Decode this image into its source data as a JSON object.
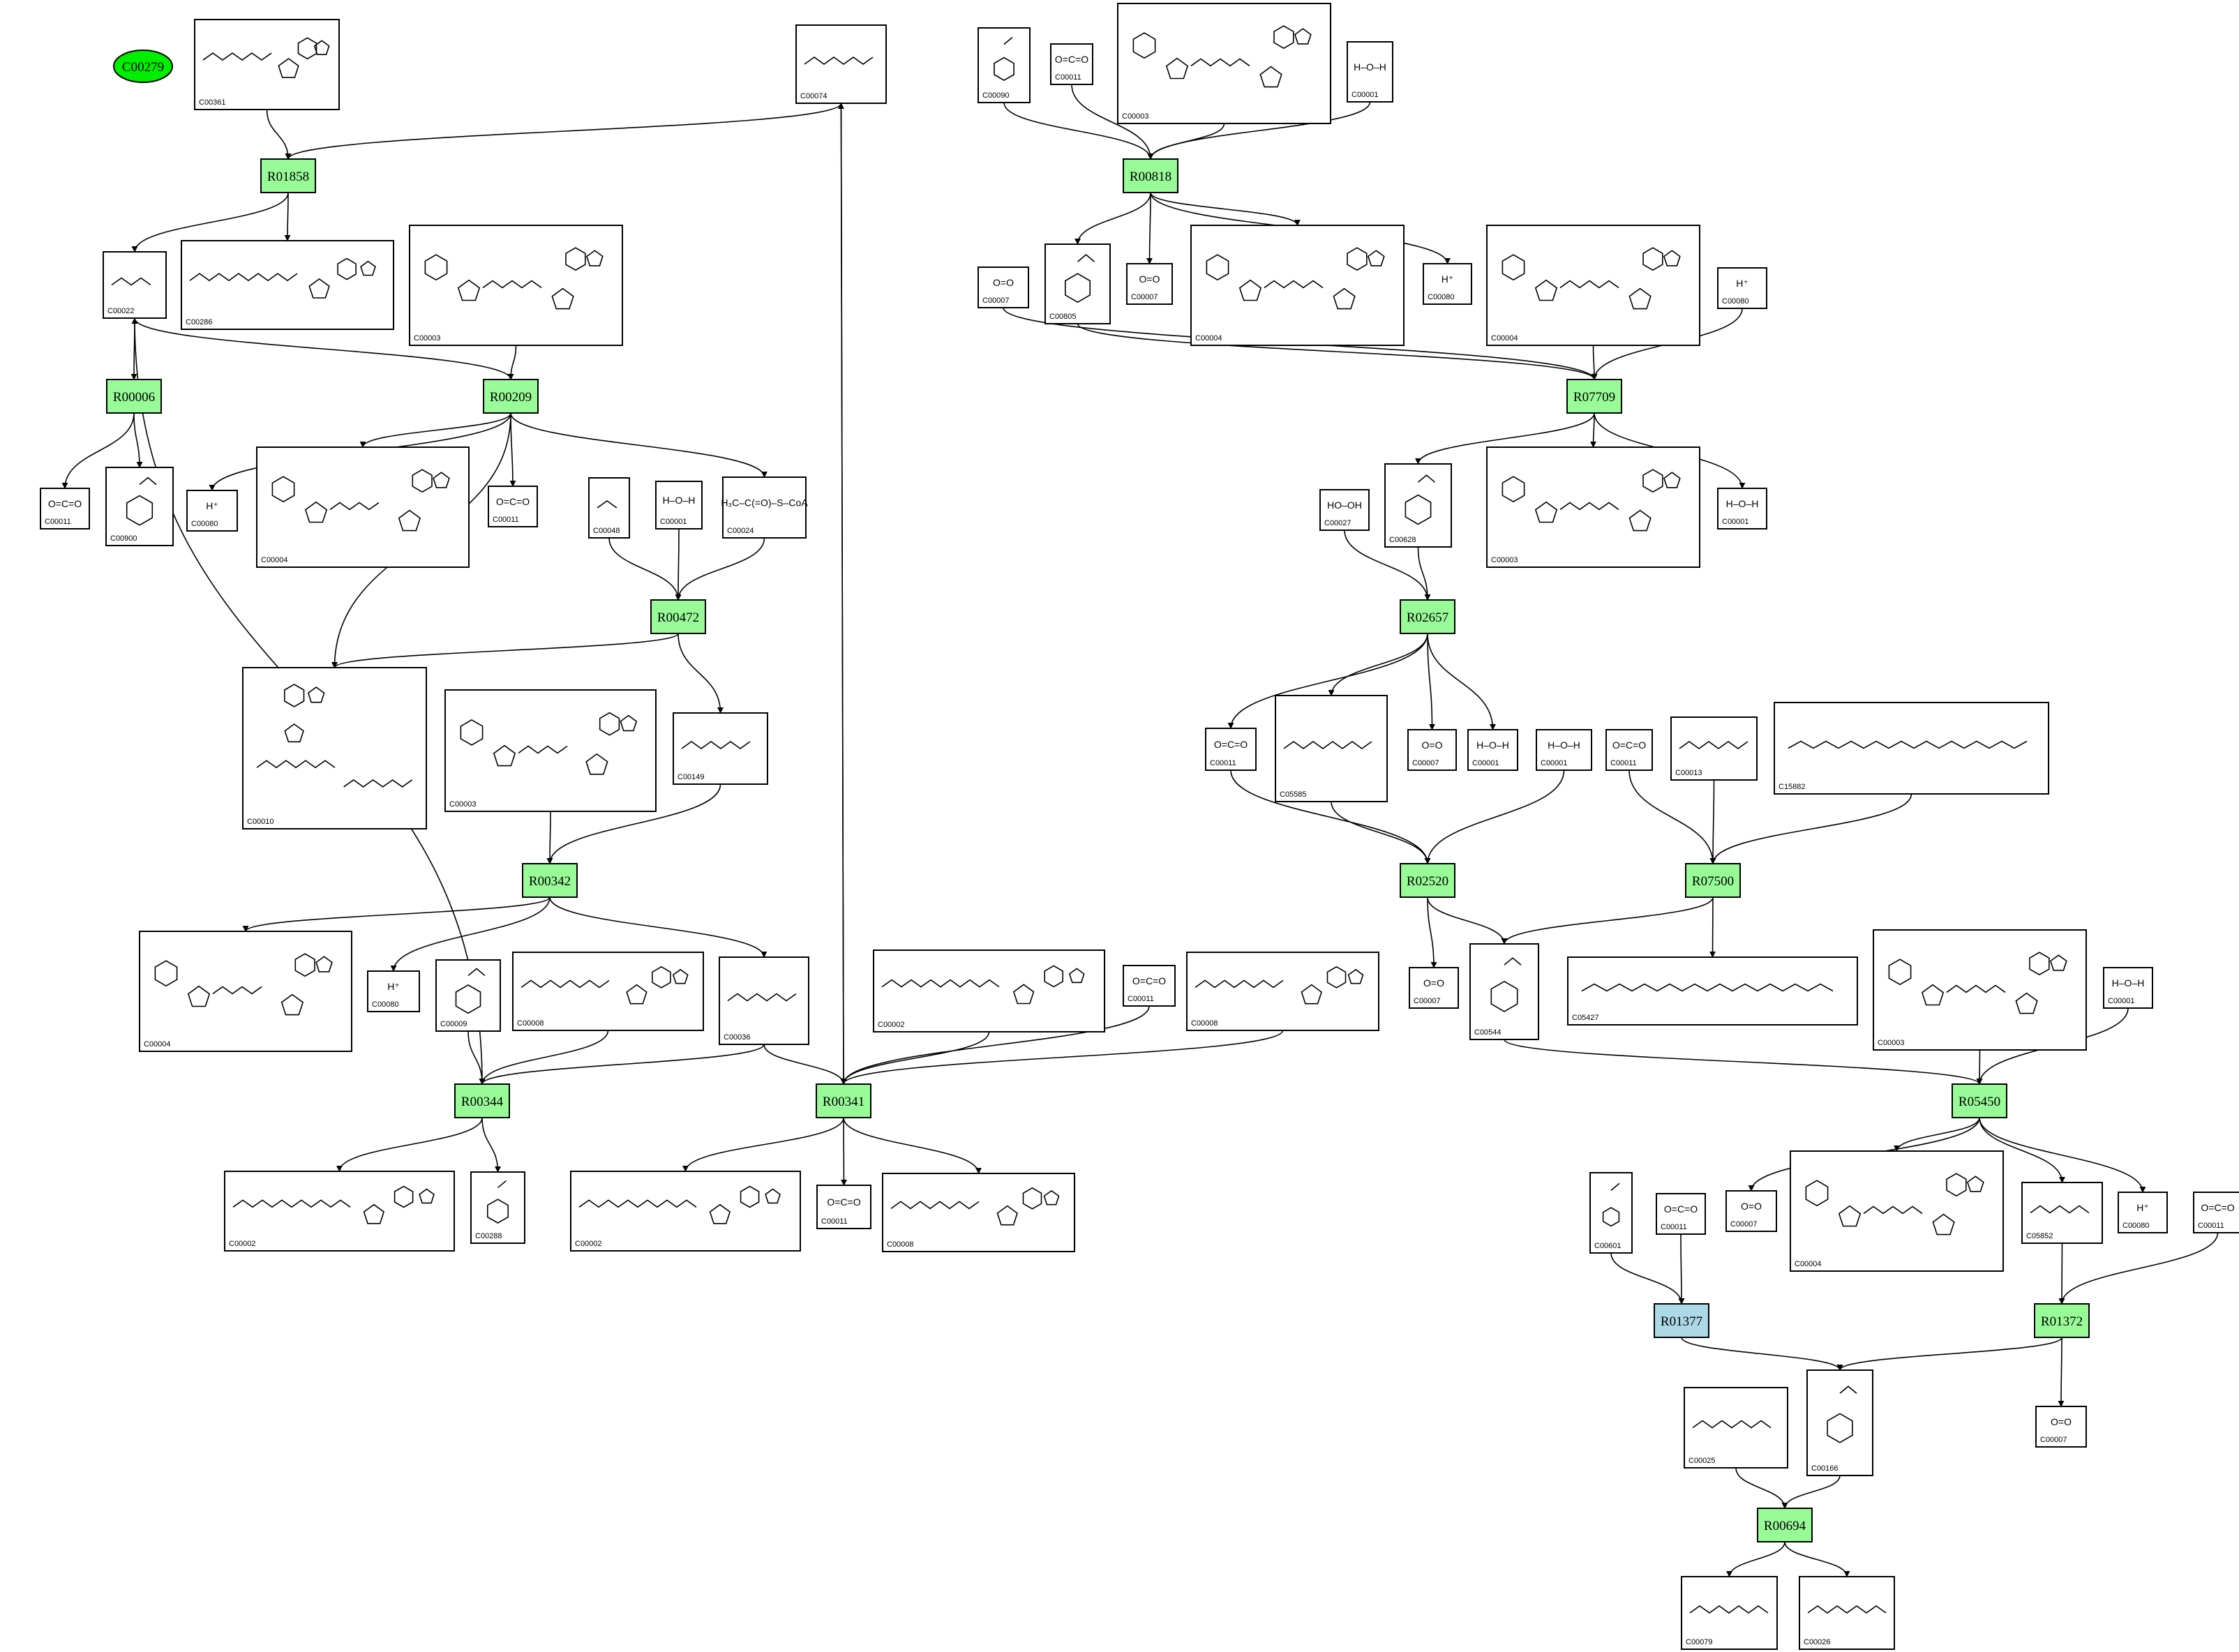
{
  "colors": {
    "reaction_fill": "#98fb98",
    "highlight_reaction_fill": "#add8e6",
    "seed_fill": "#00ee00",
    "edge": "#000000",
    "box_border": "#000000"
  },
  "seed": {
    "id": "C00279"
  },
  "reactions": [
    {
      "id": "R01858"
    },
    {
      "id": "R00006"
    },
    {
      "id": "R00209"
    },
    {
      "id": "R00472"
    },
    {
      "id": "R00342"
    },
    {
      "id": "R00344"
    },
    {
      "id": "R00341"
    },
    {
      "id": "R00818"
    },
    {
      "id": "R07709"
    },
    {
      "id": "R02657"
    },
    {
      "id": "R02520"
    },
    {
      "id": "R07500"
    },
    {
      "id": "R05450"
    },
    {
      "id": "R01377"
    },
    {
      "id": "R01372"
    },
    {
      "id": "R00694"
    }
  ],
  "compounds": [
    {
      "id": "C00361",
      "kind": "nucleotide",
      "formula": ""
    },
    {
      "id": "C00074",
      "kind": "small",
      "formula": ""
    },
    {
      "id": "C00286",
      "kind": "nucleotide",
      "formula": ""
    },
    {
      "id": "C00022",
      "kind": "small",
      "formula": ""
    },
    {
      "id": "C00003",
      "kind": "dinucleotide",
      "formula": ""
    },
    {
      "id": "C00011",
      "kind": "formula",
      "formula": "O=C=O"
    },
    {
      "id": "C00900",
      "kind": "small",
      "formula": ""
    },
    {
      "id": "C00080",
      "kind": "formula",
      "formula": "H⁺"
    },
    {
      "id": "C00004",
      "kind": "dinucleotide",
      "formula": ""
    },
    {
      "id": "C00011",
      "kind": "formula",
      "formula": "O=C=O"
    },
    {
      "id": "C00048",
      "kind": "small",
      "formula": ""
    },
    {
      "id": "C00001",
      "kind": "formula",
      "formula": "H–O–H"
    },
    {
      "id": "C00024",
      "kind": "formula",
      "formula": "H₃C–C(=O)–S–CoA"
    },
    {
      "id": "C00010",
      "kind": "cofactor",
      "formula": ""
    },
    {
      "id": "C00003",
      "kind": "dinucleotide",
      "formula": ""
    },
    {
      "id": "C00149",
      "kind": "small",
      "formula": ""
    },
    {
      "id": "C00004",
      "kind": "dinucleotide",
      "formula": ""
    },
    {
      "id": "C00080",
      "kind": "formula",
      "formula": "H⁺"
    },
    {
      "id": "C00009",
      "kind": "small",
      "formula": ""
    },
    {
      "id": "C00008",
      "kind": "nucleotide",
      "formula": ""
    },
    {
      "id": "C00036",
      "kind": "small",
      "formula": ""
    },
    {
      "id": "C00002",
      "kind": "nucleotide",
      "formula": ""
    },
    {
      "id": "C00011",
      "kind": "formula",
      "formula": "O=C=O"
    },
    {
      "id": "C00008",
      "kind": "nucleotide",
      "formula": ""
    },
    {
      "id": "C00002",
      "kind": "nucleotide",
      "formula": ""
    },
    {
      "id": "C00288",
      "kind": "small",
      "formula": ""
    },
    {
      "id": "C00002",
      "kind": "nucleotide",
      "formula": ""
    },
    {
      "id": "C00011",
      "kind": "formula",
      "formula": "O=C=O"
    },
    {
      "id": "C00008",
      "kind": "nucleotide",
      "formula": ""
    },
    {
      "id": "C00090",
      "kind": "small",
      "formula": ""
    },
    {
      "id": "C00011",
      "kind": "formula",
      "formula": "O=C=O"
    },
    {
      "id": "C00003",
      "kind": "dinucleotide",
      "formula": ""
    },
    {
      "id": "C00001",
      "kind": "formula",
      "formula": "H–O–H"
    },
    {
      "id": "C00805",
      "kind": "small",
      "formula": ""
    },
    {
      "id": "C00007",
      "kind": "formula",
      "formula": "O=O"
    },
    {
      "id": "C00004",
      "kind": "dinucleotide",
      "formula": ""
    },
    {
      "id": "C00080",
      "kind": "formula",
      "formula": "H⁺"
    },
    {
      "id": "C00007",
      "kind": "formula",
      "formula": "O=O"
    },
    {
      "id": "C00004",
      "kind": "dinucleotide",
      "formula": ""
    },
    {
      "id": "C00080",
      "kind": "formula",
      "formula": "H⁺"
    },
    {
      "id": "C00027",
      "kind": "formula",
      "formula": "HO–OH"
    },
    {
      "id": "C00628",
      "kind": "small",
      "formula": ""
    },
    {
      "id": "C00003",
      "kind": "dinucleotide",
      "formula": ""
    },
    {
      "id": "C00001",
      "kind": "formula",
      "formula": "H–O–H"
    },
    {
      "id": "C00011",
      "kind": "formula",
      "formula": "O=C=O"
    },
    {
      "id": "C05585",
      "kind": "small",
      "formula": ""
    },
    {
      "id": "C00007",
      "kind": "formula",
      "formula": "O=O"
    },
    {
      "id": "C00001",
      "kind": "formula",
      "formula": "H–O–H"
    },
    {
      "id": "C00001",
      "kind": "formula",
      "formula": "H–O–H"
    },
    {
      "id": "C00011",
      "kind": "formula",
      "formula": "O=C=O"
    },
    {
      "id": "C00013",
      "kind": "small",
      "formula": ""
    },
    {
      "id": "C15882",
      "kind": "chain",
      "formula": ""
    },
    {
      "id": "C00007",
      "kind": "formula",
      "formula": "O=O"
    },
    {
      "id": "C00544",
      "kind": "small",
      "formula": ""
    },
    {
      "id": "C05427",
      "kind": "chain",
      "formula": ""
    },
    {
      "id": "C00003",
      "kind": "dinucleotide",
      "formula": ""
    },
    {
      "id": "C00001",
      "kind": "formula",
      "formula": "H–O–H"
    },
    {
      "id": "C00007",
      "kind": "formula",
      "formula": "O=O"
    },
    {
      "id": "C00004",
      "kind": "dinucleotide",
      "formula": ""
    },
    {
      "id": "C05852",
      "kind": "small",
      "formula": ""
    },
    {
      "id": "C00080",
      "kind": "formula",
      "formula": "H⁺"
    },
    {
      "id": "C00011",
      "kind": "formula",
      "formula": "O=C=O"
    },
    {
      "id": "C00601",
      "kind": "small",
      "formula": ""
    },
    {
      "id": "C00011",
      "kind": "formula",
      "formula": "O=C=O"
    },
    {
      "id": "C00025",
      "kind": "small",
      "formula": ""
    },
    {
      "id": "C00166",
      "kind": "small",
      "formula": ""
    },
    {
      "id": "C00007",
      "kind": "formula",
      "formula": "O=O"
    },
    {
      "id": "C00079",
      "kind": "small",
      "formula": ""
    },
    {
      "id": "C00026",
      "kind": "small",
      "formula": ""
    }
  ]
}
